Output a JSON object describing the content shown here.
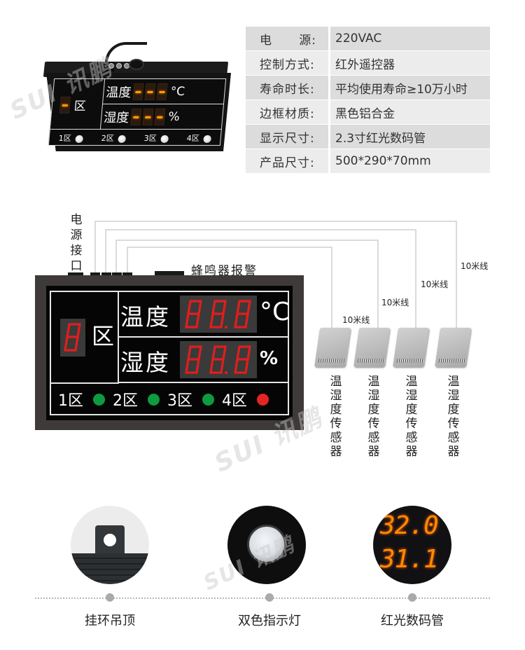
{
  "spec_table": {
    "rows": [
      {
        "key": "电",
        "key2": "源:",
        "value": "220VAC"
      },
      {
        "key": "控制方式:",
        "value": "红外遥控器"
      },
      {
        "key": "寿命时长:",
        "value": "平均使用寿命≥10万小时"
      },
      {
        "key": "边框材质:",
        "value": "黑色铝合金"
      },
      {
        "key": "显示尺寸:",
        "value": "2.3寸红光数码管"
      },
      {
        "key": "产品尺寸:",
        "value": "500*290*70mm"
      }
    ]
  },
  "product_photo": {
    "zone_suffix": "区",
    "row_temperature": {
      "label": "温度",
      "unit": "°C",
      "digits": [
        "-",
        "-",
        "-"
      ]
    },
    "row_humidity": {
      "label": "湿度",
      "unit": "%",
      "digits": [
        "-",
        "-",
        "-"
      ]
    },
    "zones": [
      "1区",
      "2区",
      "3区",
      "4区"
    ],
    "watermark": "SUI 讯鹏"
  },
  "diagram": {
    "power_label": [
      "电",
      "源",
      "接",
      "口"
    ],
    "buzzer_label": "蜂鸣器报警",
    "wire_labels": [
      "10米线",
      "10米线",
      "10米线",
      "10米线"
    ],
    "panel": {
      "zone_digit": "8",
      "zone_suffix": "区",
      "temperature": {
        "label": "温度",
        "value": "88.8",
        "unit": "°C"
      },
      "humidity": {
        "label": "湿度",
        "value": "88.8",
        "unit": "%"
      },
      "zones": [
        {
          "label": "1区",
          "status": "normal",
          "color": "#0e9a41"
        },
        {
          "label": "2区",
          "status": "normal",
          "color": "#0e9a41"
        },
        {
          "label": "3区",
          "status": "normal",
          "color": "#0e9a41"
        },
        {
          "label": "4区",
          "status": "alarm",
          "color": "#e52521"
        }
      ],
      "segment_color": "#e21d1d"
    },
    "sensor_label": [
      "温",
      "湿",
      "度",
      "传",
      "感",
      "器"
    ],
    "sensor_count": 4
  },
  "features": [
    {
      "label": "挂环吊顶"
    },
    {
      "label": "双色指示灯"
    },
    {
      "label": "红光数码管",
      "display_line1": "32.0",
      "display_line2": "31.1"
    }
  ]
}
